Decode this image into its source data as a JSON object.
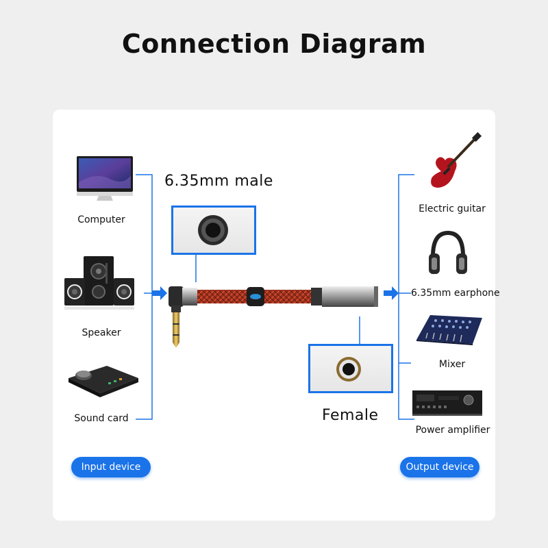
{
  "title": "Connection Diagram",
  "male_label": "6.35mm male",
  "female_label": "Female",
  "input": {
    "pill_label": "Input device",
    "devices": [
      {
        "label": "Computer",
        "icon": "computer-icon"
      },
      {
        "label": "Speaker",
        "icon": "speaker-icon"
      },
      {
        "label": "Sound card",
        "icon": "sound-card-icon"
      }
    ]
  },
  "output": {
    "pill_label": "Output device",
    "devices": [
      {
        "label": "Electric guitar",
        "icon": "electric-guitar-icon"
      },
      {
        "label": "6.35mm earphone",
        "icon": "headphone-icon"
      },
      {
        "label": "Mixer",
        "icon": "mixer-icon"
      },
      {
        "label": "Power amplifier",
        "icon": "power-amplifier-icon"
      }
    ]
  },
  "colors": {
    "accent": "#1a73e8",
    "cable_red": "#b23a22",
    "background": "#efefef"
  }
}
